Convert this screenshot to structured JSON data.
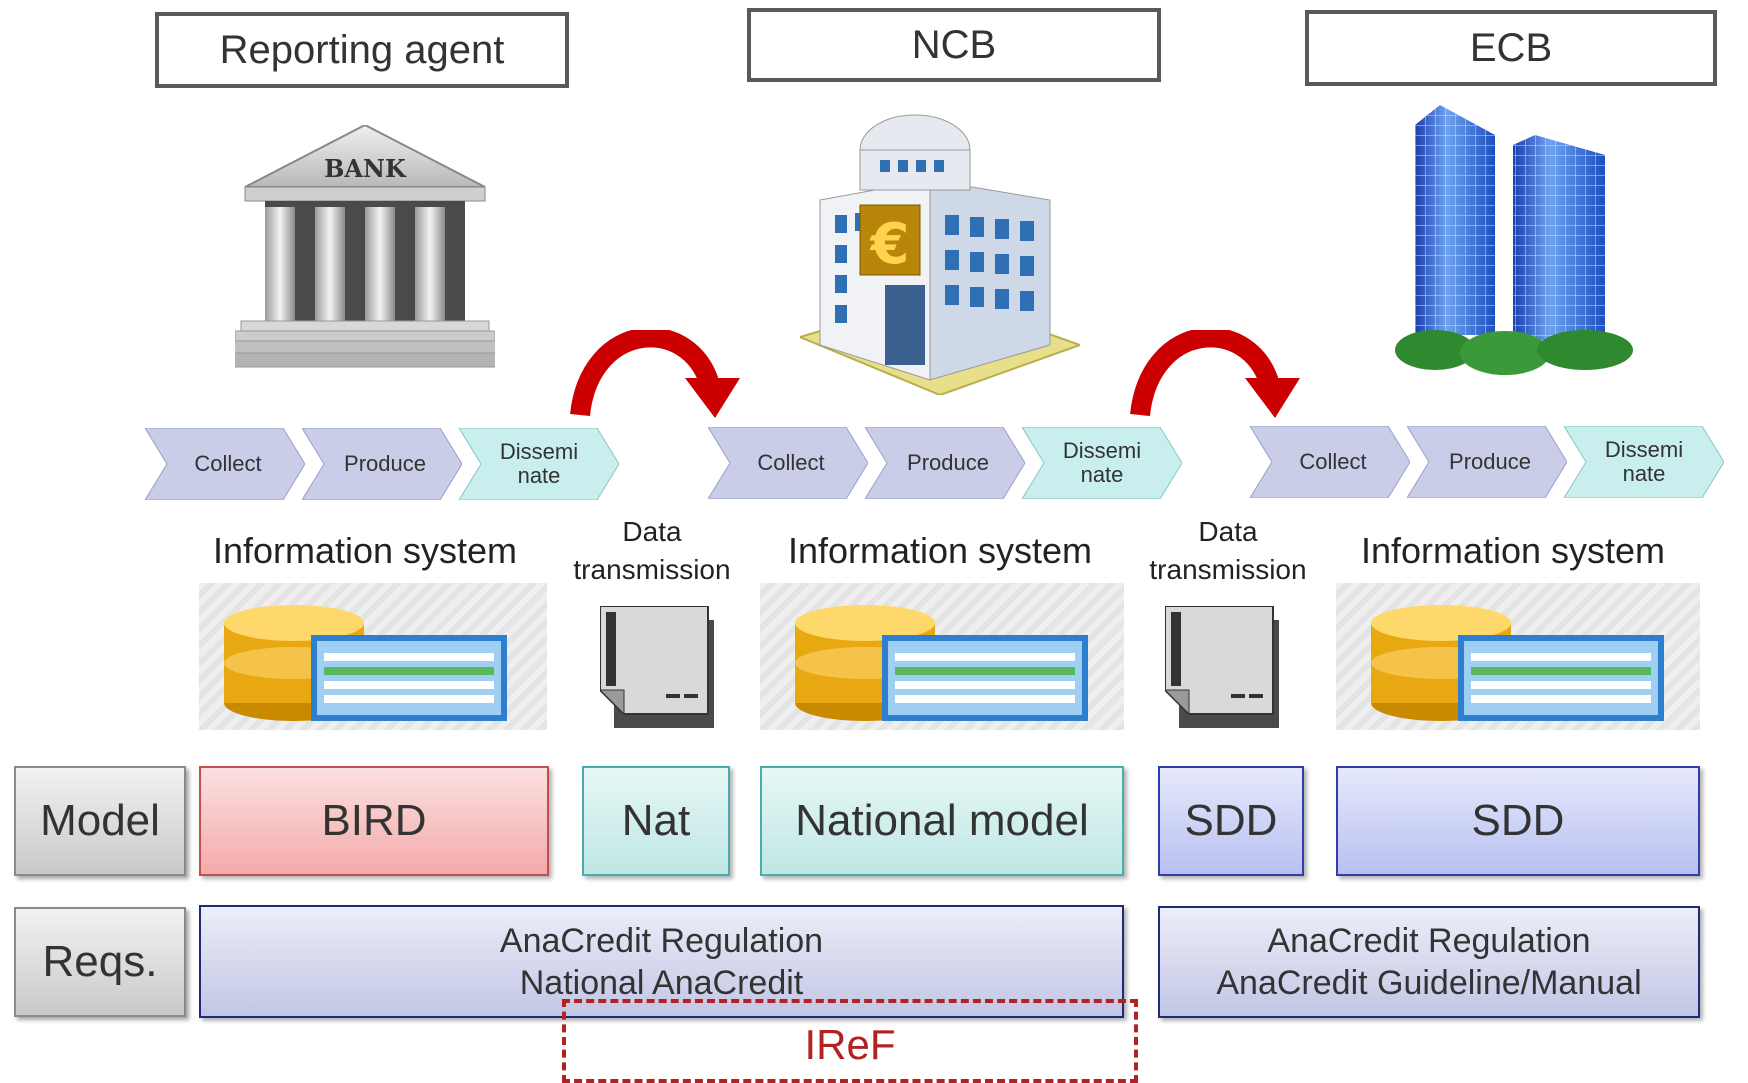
{
  "entities": [
    {
      "label": "Reporting agent"
    },
    {
      "label": "NCB"
    },
    {
      "label": "ECB"
    }
  ],
  "bank_sign": "BANK",
  "process_groups": [
    {
      "steps": [
        "Collect",
        "Produce",
        "Dissemi nate"
      ]
    },
    {
      "steps": [
        "Collect",
        "Produce",
        "Dissemi nate"
      ]
    },
    {
      "steps": [
        "Collect",
        "Produce",
        "Dissemi nate"
      ]
    }
  ],
  "information_system_label": "Information system",
  "data_transmission_label": "Data transmission",
  "rows": {
    "model": {
      "label": "Model",
      "cells": [
        "BIRD",
        "Nat",
        "National model",
        "SDD",
        "SDD"
      ]
    },
    "reqs": {
      "label": "Reqs.",
      "left": [
        "AnaCredit Regulation",
        "National AnaCredit"
      ],
      "right": [
        "AnaCredit Regulation",
        "AnaCredit Guideline/Manual"
      ]
    }
  },
  "iref_label": "IReF",
  "colors": {
    "arrow_red": "#cc0000",
    "chevron_blue": "#c9cde8",
    "chevron_teal": "#c8eeee",
    "iref_red": "#b22222"
  }
}
